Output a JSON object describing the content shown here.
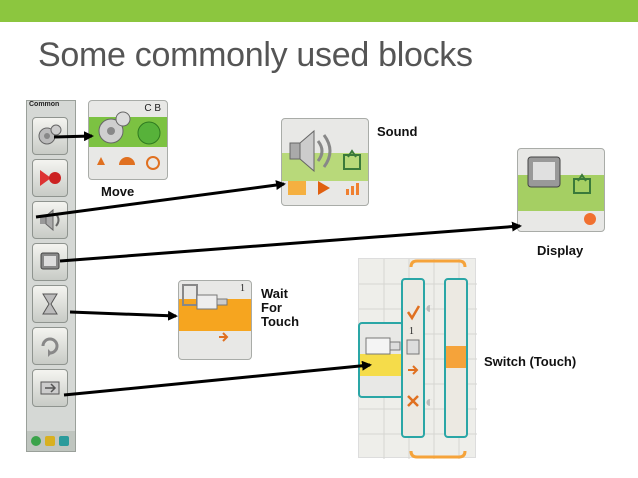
{
  "slide": {
    "title": "Some commonly used blocks",
    "accent_color": "#8cc63f"
  },
  "palette": {
    "header": "Common",
    "buttons": [
      {
        "icon": "move-gears-icon"
      },
      {
        "icon": "record-play-icon"
      },
      {
        "icon": "sound-speaker-icon"
      },
      {
        "icon": "display-screen-icon"
      },
      {
        "icon": "wait-hourglass-icon"
      },
      {
        "icon": "loop-icon"
      },
      {
        "icon": "switch-icon"
      }
    ],
    "footer_icons": [
      "common-palette-icon",
      "complete-palette-icon",
      "custom-palette-icon"
    ]
  },
  "blocks": {
    "move": {
      "label": "Move",
      "ports": "C B"
    },
    "sound": {
      "label": "Sound"
    },
    "display": {
      "label": "Display"
    },
    "wait": {
      "label": "Wait\nFor\nTouch",
      "port": "1"
    },
    "switch": {
      "label": "Switch (Touch)",
      "port": "1"
    }
  }
}
